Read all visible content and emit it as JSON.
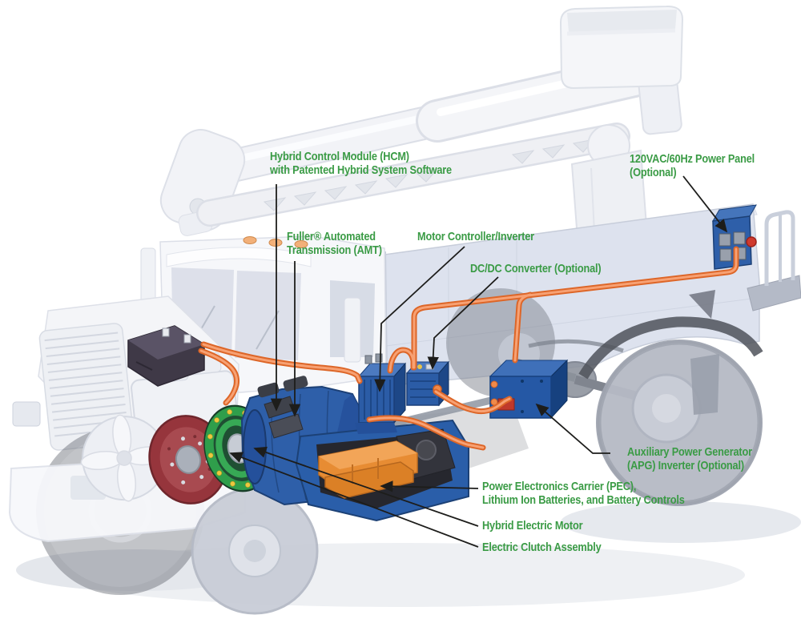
{
  "diagram_title": "Hybrid utility bucket truck component diagram",
  "colors": {
    "label_green": "#3a9b45",
    "leader_black": "#1d1d1b",
    "cable_orange_outline": "#dd6628",
    "cable_orange_fill": "#f7a173",
    "component_blue": "#2b5ca6",
    "battery_pack_orange": "#e78c33",
    "clutch_red": "#96353c",
    "motor_green": "#2f9e4b",
    "truck_ghost_white": "#f2f3f7",
    "body_grey_blue": "#dde2ee"
  },
  "labels": {
    "hcm": {
      "line1": "Hybrid Control Module (HCM)",
      "line2": "with Patented Hybrid System Software"
    },
    "power_panel": {
      "line1": "120VAC/60Hz Power Panel",
      "line2": "(Optional)"
    },
    "fuller": {
      "line1": "Fuller® Automated",
      "line2": "Transmission (AMT)"
    },
    "motor_controller": {
      "line1": "Motor Controller/Inverter"
    },
    "dcdc": {
      "line1": "DC/DC Converter (Optional)"
    },
    "apg": {
      "line1": "Auxiliary Power Generator",
      "line2": "(APG) Inverter (Optional)"
    },
    "pec": {
      "line1": "Power Electronics Carrier (PEC),",
      "line2": "Lithium Ion Batteries, and Battery Controls"
    },
    "motor": {
      "line1": "Hybrid Electric Motor"
    },
    "clutch": {
      "line1": "Electric Clutch Assembly"
    }
  }
}
